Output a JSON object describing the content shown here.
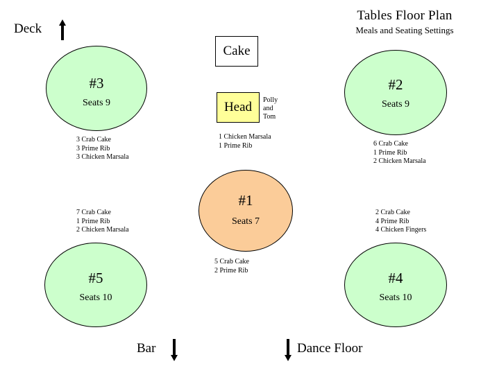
{
  "title": {
    "main": "Tables Floor Plan",
    "subtitle": "Meals and Seating Settings"
  },
  "zones": [
    {
      "key": "deck",
      "label": "Deck",
      "arrow": "up-arrow-icon",
      "arrow_side": "right"
    },
    {
      "key": "bar",
      "label": "Bar",
      "arrow": "down-arrow-icon",
      "arrow_side": "right"
    },
    {
      "key": "dance",
      "label": "Dance Floor",
      "arrow": "down-arrow-icon",
      "arrow_side": "left"
    }
  ],
  "colors": {
    "table_green": "#ccffcc",
    "table_orange": "#fbcc99",
    "head_yellow": "#ffff99",
    "cake_white": "#ffffff",
    "outline": "#000000"
  },
  "cake": {
    "label": "Cake"
  },
  "head_table": {
    "label": "Head",
    "guests": [
      "Polly",
      "and",
      "Tom"
    ],
    "meals": [
      "1 Chicken Marsala",
      "1 Prime Rib"
    ]
  },
  "tables": [
    {
      "id": "table3",
      "number": "#3",
      "seats": "Seats 9",
      "color": "green",
      "meals": [
        "3 Crab Cake",
        "3 Prime Rib",
        "3 Chicken Marsala"
      ]
    },
    {
      "id": "table5",
      "number": "#5",
      "seats": "Seats 10",
      "color": "green",
      "meals": [
        "7 Crab Cake",
        "1 Prime Rib",
        "2 Chicken Marsala"
      ]
    },
    {
      "id": "table2",
      "number": "#2",
      "seats": "Seats 9",
      "color": "green",
      "meals": [
        "6 Crab Cake",
        "1 Prime Rib",
        "2 Chicken Marsala"
      ]
    },
    {
      "id": "table4",
      "number": "#4",
      "seats": "Seats 10",
      "color": "green",
      "meals": [
        "2 Crab Cake",
        "4 Prime Rib",
        "4 Chicken Fingers"
      ]
    },
    {
      "id": "table1",
      "number": "#1",
      "seats": "Seats 7",
      "color": "orange",
      "meals": [
        "5 Crab Cake",
        "2 Prime Rib"
      ]
    }
  ]
}
